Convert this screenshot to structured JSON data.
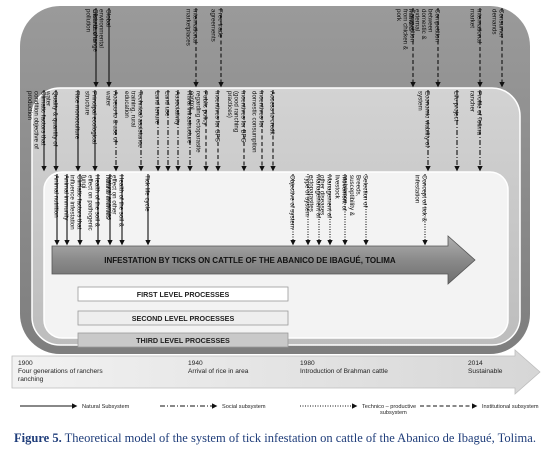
{
  "outer_labels": [
    {
      "text": [
        "Climate change"
      ],
      "style": "solid"
    },
    {
      "text": [
        "Global",
        "environmental",
        "crisis due to",
        "pollution"
      ],
      "style": "solid"
    },
    {
      "text": [
        "International",
        "marketplaces"
      ],
      "style": "dashed"
    },
    {
      "text": [
        "Free trade",
        "agreements"
      ],
      "style": "dashed"
    },
    {
      "text": [
        "Competition",
        "from chicken &",
        "pork"
      ],
      "style": "dashed"
    },
    {
      "text": [
        "Competition",
        "between",
        "domestic &",
        "external",
        "markets"
      ],
      "style": "dashed"
    },
    {
      "text": [
        "International",
        "market"
      ],
      "style": "dashed"
    },
    {
      "text": [
        "Consumer",
        "demands"
      ],
      "style": "dashed"
    }
  ],
  "middle_labels": [
    {
      "text": [
        "Climatic factors that",
        "condition objective of",
        "production"
      ],
      "style": "solid"
    },
    {
      "text": [
        "Quality & quantity of",
        "water"
      ],
      "style": "solid"
    },
    {
      "text": [
        "Rice monoculture"
      ],
      "style": "solid"
    },
    {
      "text": [
        "Principal ecological",
        "structure"
      ],
      "style": "solid"
    },
    {
      "text": [
        "Access to & use of",
        "water"
      ],
      "style": "dashdot"
    },
    {
      "text": [
        "Technical assistance",
        "training, rural",
        "education"
      ],
      "style": "dashdot"
    },
    {
      "text": [
        "Land tenure"
      ],
      "style": "dashdot"
    },
    {
      "text": [
        "Land use"
      ],
      "style": "dashdot"
    },
    {
      "text": [
        "Associativity"
      ],
      "style": "dashdot"
    },
    {
      "text": [
        "Rural infrastructure"
      ],
      "style": "dashdot"
    },
    {
      "text": [
        "Public policy",
        "regarding ectoparasite",
        "control"
      ],
      "style": "dashed"
    },
    {
      "text": [
        "Incentives for SPS"
      ],
      "style": "dashed"
    },
    {
      "text": [
        "Incentives for BPG",
        "(good ranching",
        "practices)"
      ],
      "style": "dashed"
    },
    {
      "text": [
        "Incentives for",
        "domestic consumption"
      ],
      "style": "dashed"
    },
    {
      "text": [
        "Access to credit"
      ],
      "style": "dashed"
    },
    {
      "text": [
        "Economic viability of",
        "system"
      ],
      "style": "dashdot"
    },
    {
      "text": [
        "Life project"
      ],
      "style": "dashdot"
    },
    {
      "text": [
        "Profile of Tolima",
        "rancher"
      ],
      "style": "dashdot"
    }
  ],
  "inner_labels": [
    {
      "text": [
        "Animal nutrition"
      ],
      "style": "solid"
    },
    {
      "text": [
        "Animal immunity"
      ],
      "style": "solid"
    },
    {
      "text": [
        "Climatic factors that",
        "influence infestation"
      ],
      "style": "solid"
    },
    {
      "text": [
        "Health of the soil &",
        "effect on pathogenic",
        "fungi"
      ],
      "style": "solid"
    },
    {
      "text": [
        "Natural enemies"
      ],
      "style": "solid"
    },
    {
      "text": [
        "Health of the soil &",
        "effect on other",
        "natural enemies"
      ],
      "style": "solid"
    },
    {
      "text": [
        "Tick life cycle"
      ],
      "style": "solid"
    },
    {
      "text": [
        "Objective of system"
      ],
      "style": "dotted"
    },
    {
      "text": [
        "Type of system"
      ],
      "style": "dotted"
    },
    {
      "text": [
        "Management of",
        "ectoparasites"
      ],
      "style": "dotted"
    },
    {
      "text": [
        "Management of",
        "other diseases"
      ],
      "style": "dotted"
    },
    {
      "text": [
        "Movement of",
        "livestock"
      ],
      "style": "dotted"
    },
    {
      "text": [
        "Selection of",
        "Breeds,",
        "susceptibility &",
        "resistance"
      ],
      "style": "dotted"
    },
    {
      "text": [
        "Concept of tick &",
        "infestation"
      ],
      "style": "dotted"
    }
  ],
  "main_arrow": "INFESTATION BY TICKS ON  CATTLE OF THE ABANICO DE IBAGUÉ, TOLIMA",
  "processes": [
    "FIRST LEVEL PROCESSES",
    "SECOND LEVEL PROCESSES",
    "THIRD LEVEL PROCESSES"
  ],
  "timeline": [
    {
      "year": "1900",
      "desc": [
        "Four generations of ranchers",
        "ranching"
      ]
    },
    {
      "year": "1940",
      "desc": [
        "Arrival of rice in area"
      ]
    },
    {
      "year": "1980",
      "desc": [
        "Introduction of Brahman cattle"
      ]
    },
    {
      "year": "2014",
      "desc": [
        "Sustainable"
      ]
    }
  ],
  "legend": [
    {
      "label": "Natural Subsystem",
      "style": "solid"
    },
    {
      "label": "Social subsystem",
      "style": "dashdot"
    },
    {
      "label": "Technico – productive subsystem",
      "style": "dotted"
    },
    {
      "label": "Institutional subsystem",
      "style": "dashed"
    }
  ],
  "caption": {
    "prefix": "Figure 5.",
    "text": " Theoretical model of the system of tick infestation on cattle of the Abanico de Ibagué, Tolima."
  }
}
